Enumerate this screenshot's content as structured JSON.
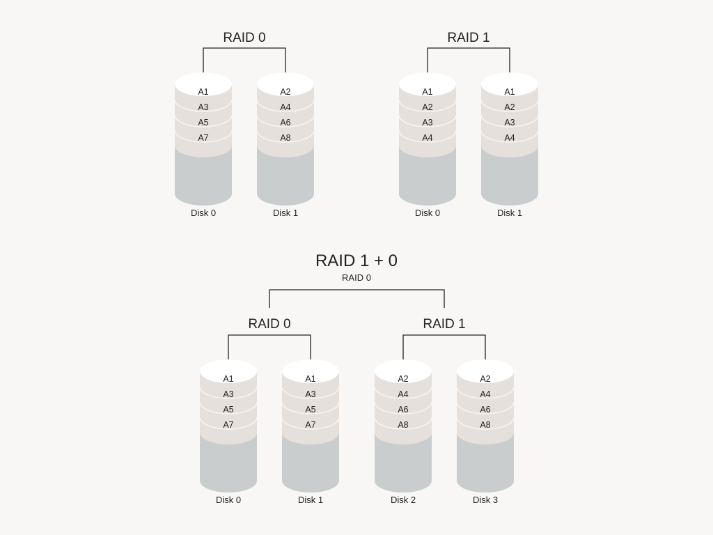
{
  "colors": {
    "background": "#f8f7f5",
    "cylinder_body": "#c9cdcd",
    "block_band": "#e5e0dc",
    "cylinder_top": "#ffffff",
    "band_divider": "#f7f3f0",
    "connector": "#222222",
    "text": "#222222"
  },
  "raid0": {
    "title": "RAID 0",
    "disks": [
      {
        "label": "Disk 0",
        "blocks": [
          "A1",
          "A3",
          "A5",
          "A7"
        ]
      },
      {
        "label": "Disk 1",
        "blocks": [
          "A2",
          "A4",
          "A6",
          "A8"
        ]
      }
    ]
  },
  "raid1": {
    "title": "RAID 1",
    "disks": [
      {
        "label": "Disk 0",
        "blocks": [
          "A1",
          "A2",
          "A3",
          "A4"
        ]
      },
      {
        "label": "Disk 1",
        "blocks": [
          "A1",
          "A2",
          "A3",
          "A4"
        ]
      }
    ]
  },
  "raid10": {
    "title": "RAID 1 + 0",
    "subtitle": "RAID 0",
    "left": {
      "title": "RAID 0",
      "disks": [
        {
          "label": "Disk 0",
          "blocks": [
            "A1",
            "A3",
            "A5",
            "A7"
          ]
        },
        {
          "label": "Disk 1",
          "blocks": [
            "A1",
            "A3",
            "A5",
            "A7"
          ]
        }
      ]
    },
    "right": {
      "title": "RAID 1",
      "disks": [
        {
          "label": "Disk 2",
          "blocks": [
            "A2",
            "A4",
            "A6",
            "A8"
          ]
        },
        {
          "label": "Disk 3",
          "blocks": [
            "A2",
            "A4",
            "A6",
            "A8"
          ]
        }
      ]
    }
  }
}
